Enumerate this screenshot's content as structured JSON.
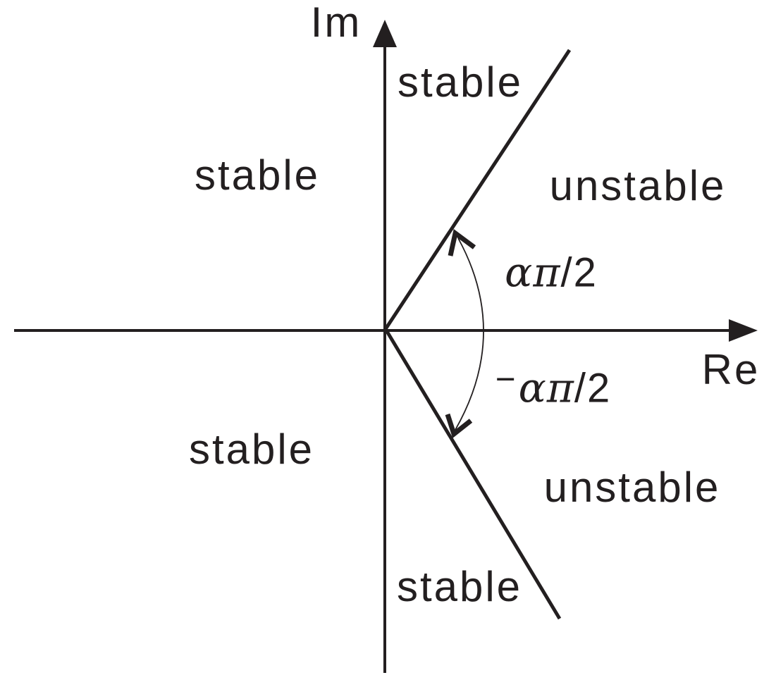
{
  "diagram": {
    "axis_labels": {
      "vertical": "Im",
      "horizontal": "Re"
    },
    "region_labels": {
      "top": "stable",
      "upper_left": "stable",
      "upper_right": "unstable",
      "lower_left": "stable",
      "lower_right": "unstable",
      "bottom": "stable"
    },
    "angles": {
      "upper": {
        "greek": "απ",
        "rest": "/2"
      },
      "lower": {
        "sign": "−",
        "greek": "απ",
        "rest": "/2"
      }
    },
    "colors": {
      "ink": "#231f20",
      "background": "#ffffff"
    }
  }
}
